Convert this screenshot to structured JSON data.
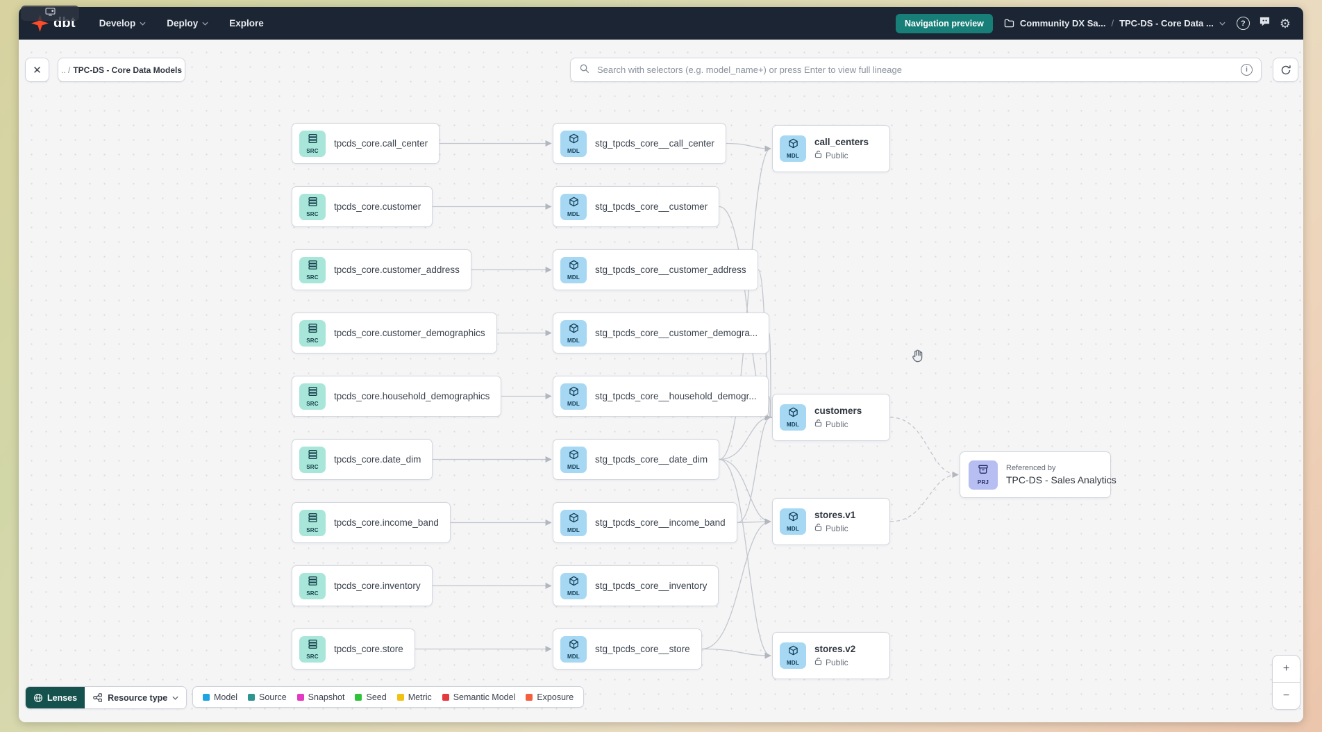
{
  "navbar": {
    "logo_text": "dbt",
    "menus": [
      {
        "label": "Develop",
        "chevron": true
      },
      {
        "label": "Deploy",
        "chevron": true
      },
      {
        "label": "Explore",
        "chevron": false
      }
    ],
    "nav_preview_label": "Navigation preview",
    "breadcrumb": {
      "project": "Community DX Sa...",
      "separator": "/",
      "page": "TPC-DS - Core Data ..."
    },
    "help_glyph": "?"
  },
  "toolbar": {
    "close_glyph": "✕",
    "breadcrumb_prefix": ".. /",
    "breadcrumb_current": "TPC-DS - Core Data Models",
    "search_placeholder": "Search with selectors (e.g. model_name+) or press Enter to view full lineage",
    "info_glyph": "i"
  },
  "graph": {
    "badges": {
      "source": "SRC",
      "model": "MDL",
      "project": "PRJ"
    },
    "access_label": "Public",
    "sources": [
      "tpcds_core.call_center",
      "tpcds_core.customer",
      "tpcds_core.customer_address",
      "tpcds_core.customer_demographics",
      "tpcds_core.household_demographics",
      "tpcds_core.date_dim",
      "tpcds_core.income_band",
      "tpcds_core.inventory",
      "tpcds_core.store"
    ],
    "staging": [
      "stg_tpcds_core__call_center",
      "stg_tpcds_core__customer",
      "stg_tpcds_core__customer_address",
      "stg_tpcds_core__customer_demogra...",
      "stg_tpcds_core__household_demogr...",
      "stg_tpcds_core__date_dim",
      "stg_tpcds_core__income_band",
      "stg_tpcds_core__inventory",
      "stg_tpcds_core__store"
    ],
    "marts": [
      {
        "name": "call_centers",
        "access": "Public"
      },
      {
        "name": "customers",
        "access": "Public"
      },
      {
        "name": "stores.v1",
        "access": "Public"
      },
      {
        "name": "stores.v2",
        "access": "Public"
      }
    ],
    "project_ref": {
      "kicker": "Referenced by",
      "name": "TPC-DS - Sales Analytics"
    },
    "edges": [
      {
        "from": "src-0",
        "to": "stg-0"
      },
      {
        "from": "src-1",
        "to": "stg-1"
      },
      {
        "from": "src-2",
        "to": "stg-2"
      },
      {
        "from": "src-3",
        "to": "stg-3"
      },
      {
        "from": "src-4",
        "to": "stg-4"
      },
      {
        "from": "src-5",
        "to": "stg-5"
      },
      {
        "from": "src-6",
        "to": "stg-6"
      },
      {
        "from": "src-7",
        "to": "stg-7"
      },
      {
        "from": "src-8",
        "to": "stg-8"
      },
      {
        "from": "stg-0",
        "to": "mart-0"
      },
      {
        "from": "stg-5",
        "to": "mart-0"
      },
      {
        "from": "stg-1",
        "to": "mart-1"
      },
      {
        "from": "stg-2",
        "to": "mart-1"
      },
      {
        "from": "stg-3",
        "to": "mart-1"
      },
      {
        "from": "stg-4",
        "to": "mart-1"
      },
      {
        "from": "stg-5",
        "to": "mart-1"
      },
      {
        "from": "stg-6",
        "to": "mart-1"
      },
      {
        "from": "stg-5",
        "to": "mart-2"
      },
      {
        "from": "stg-6",
        "to": "mart-2"
      },
      {
        "from": "stg-8",
        "to": "mart-2"
      },
      {
        "from": "stg-5",
        "to": "mart-3"
      },
      {
        "from": "stg-8",
        "to": "mart-3"
      },
      {
        "from": "mart-1",
        "to": "project",
        "dashed": true
      },
      {
        "from": "mart-2",
        "to": "project",
        "dashed": true
      }
    ]
  },
  "footer": {
    "lenses_label": "Lenses",
    "resource_type_label": "Resource type",
    "legend": [
      {
        "label": "Model",
        "color": "#1fa4e3"
      },
      {
        "label": "Source",
        "color": "#2d9490"
      },
      {
        "label": "Snapshot",
        "color": "#e23ac1"
      },
      {
        "label": "Seed",
        "color": "#2fc33a"
      },
      {
        "label": "Metric",
        "color": "#f1c114"
      },
      {
        "label": "Semantic Model",
        "color": "#e5393e"
      },
      {
        "label": "Exposure",
        "color": "#f4603e"
      }
    ]
  },
  "zoom_controls": {
    "zoom_in": "+",
    "zoom_out": "−"
  },
  "colors": {
    "nav_bg": "#1b2533",
    "nav_preview_bg": "#177e78",
    "lenses_bg": "#16524d",
    "edge": "#c2c6cd"
  }
}
